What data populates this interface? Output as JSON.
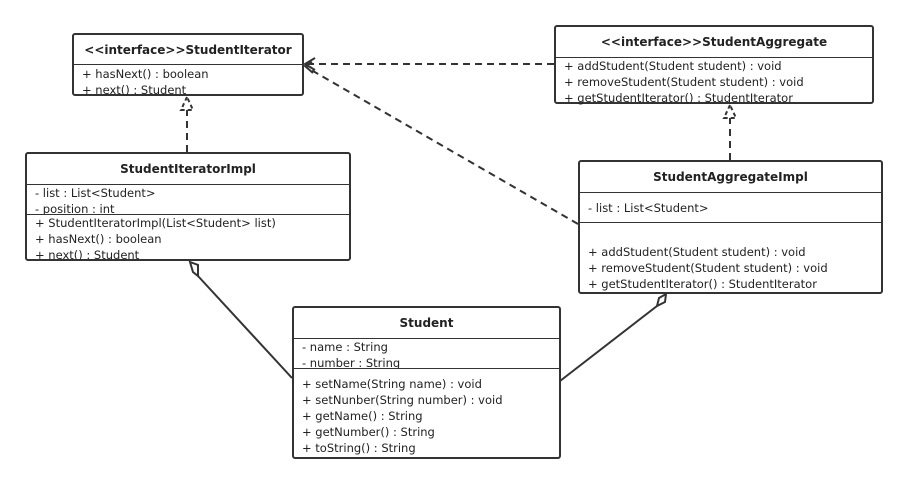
{
  "classes": {
    "student_iterator": {
      "name": "<<interface>>StudentIterator",
      "methods": [
        "+ hasNext()   : boolean",
        "+ next() : Student"
      ]
    },
    "student_aggregate": {
      "name": "<<interface>>StudentAggregate",
      "methods": [
        "+ addStudent(Student student) : void",
        "+ removeStudent(Student student) : void",
        "+ getStudentIterator() : StudentIterator"
      ]
    },
    "student_iterator_impl": {
      "name": "StudentIteratorImpl",
      "attributes": [
        "- list : List<Student>",
        "- position : int"
      ],
      "methods": [
        "+ StudentIteratorImpl(List<Student> list)",
        "+ hasNext()   : boolean",
        "+ next() : Student"
      ]
    },
    "student_aggregate_impl": {
      "name": "StudentAggregateImpl",
      "attributes": [
        "- list : List<Student>"
      ],
      "methods": [
        "+ addStudent(Student student) : void",
        "+ removeStudent(Student student) : void",
        "+ getStudentIterator() : StudentIterator"
      ]
    },
    "student": {
      "name": "Student",
      "attributes": [
        "- name : String",
        "- number : String"
      ],
      "methods": [
        "+ setName(String name) : void",
        "+ setNunber(String number) : void",
        "+ getName() : String",
        "+ getNumber() : String",
        "+ toString() : String"
      ]
    }
  },
  "relationships": [
    {
      "type": "dependency",
      "from": "StudentAggregate",
      "to": "StudentIterator"
    },
    {
      "type": "dependency",
      "from": "StudentAggregateImpl",
      "to": "StudentIterator"
    },
    {
      "type": "realization",
      "from": "StudentIteratorImpl",
      "to": "StudentIterator"
    },
    {
      "type": "realization",
      "from": "StudentAggregateImpl",
      "to": "StudentAggregate"
    },
    {
      "type": "aggregation",
      "from": "StudentIteratorImpl",
      "to": "Student"
    },
    {
      "type": "aggregation",
      "from": "StudentAggregateImpl",
      "to": "Student"
    }
  ]
}
